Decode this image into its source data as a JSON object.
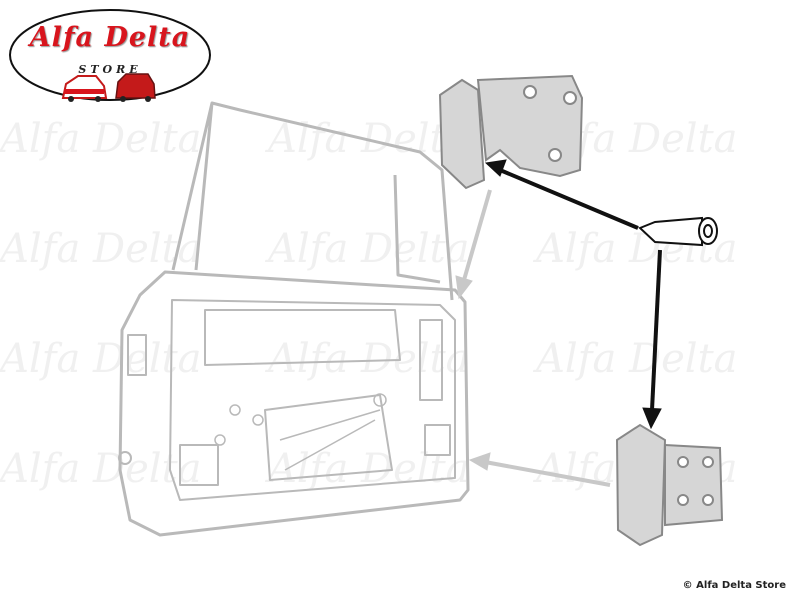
{
  "watermark": "Alfa Delta",
  "logo": {
    "title": "Alfa Delta",
    "subtitle": "STORE"
  },
  "copyright": "© Alfa Delta Store",
  "colors": {
    "brand_red": "#d8151d",
    "line_gray": "#b9b9b9",
    "arrow_black": "#111111"
  }
}
